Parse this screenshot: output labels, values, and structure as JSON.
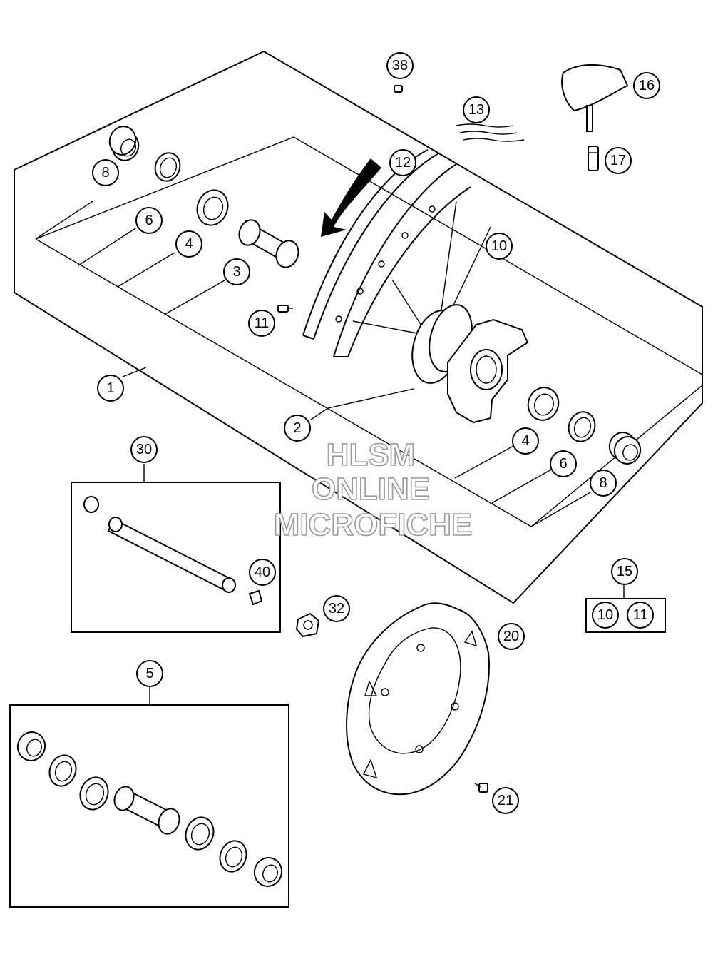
{
  "callouts": {
    "c1": "1",
    "c2": "2",
    "c3": "3",
    "c4a": "4",
    "c4b": "4",
    "c5": "5",
    "c6a": "6",
    "c6b": "6",
    "c8a": "8",
    "c8b": "8",
    "c10": "10",
    "c11": "11",
    "c12": "12",
    "c13": "13",
    "c15": "15",
    "c15_10": "10",
    "c15_11": "11",
    "c16": "16",
    "c17": "17",
    "c20": "20",
    "c21": "21",
    "c30": "30",
    "c32": "32",
    "c38": "38",
    "c40": "40"
  },
  "watermark": {
    "line1": "HLSM",
    "line2": "ONLINE",
    "line3": "MICROFICHE",
    "color": "#9a9a9a"
  },
  "colors": {
    "line": "#000000",
    "background": "#ffffff"
  }
}
